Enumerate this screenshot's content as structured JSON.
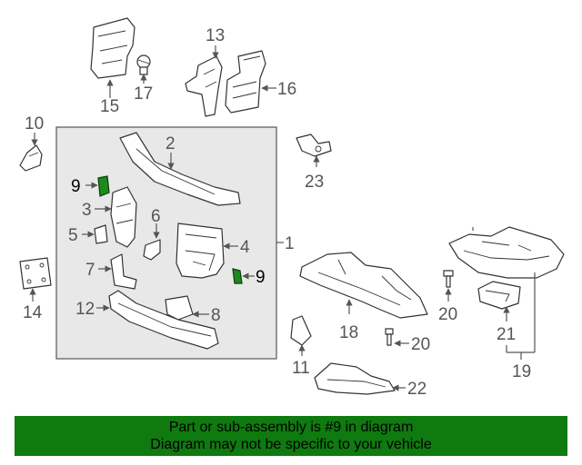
{
  "diagram": {
    "callouts": {
      "c1": "1",
      "c2": "2",
      "c3": "3",
      "c4": "4",
      "c5": "5",
      "c6": "6",
      "c7": "7",
      "c8": "8",
      "c9a": "9",
      "c9b": "9",
      "c10": "10",
      "c11": "11",
      "c12": "12",
      "c13": "13",
      "c14": "14",
      "c15": "15",
      "c16": "16",
      "c17": "17",
      "c18": "18",
      "c19": "19",
      "c20a": "20",
      "c20b": "20",
      "c21": "21",
      "c22": "22",
      "c23": "23"
    },
    "highlight_color": "#1e8a1e"
  },
  "banner": {
    "line1": "Part or sub-assembly is #9 in diagram",
    "line2": "Diagram may not be specific to your vehicle",
    "background": "#0f7a0f"
  }
}
